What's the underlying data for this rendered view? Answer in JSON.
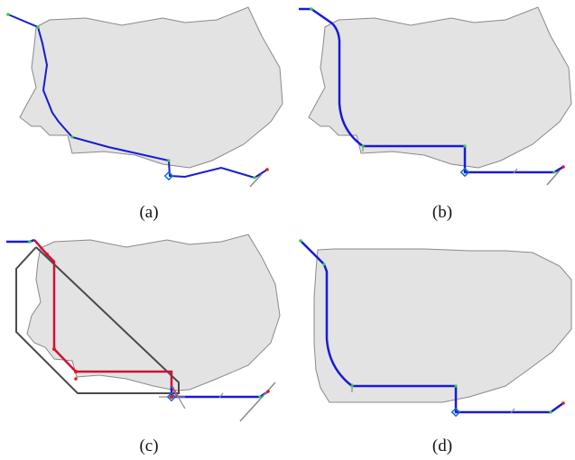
{
  "figure": {
    "panels": [
      {
        "id": "a",
        "label": "(a)"
      },
      {
        "id": "b",
        "label": "(b)"
      },
      {
        "id": "c",
        "label": "(c)"
      },
      {
        "id": "d",
        "label": "(d)"
      }
    ]
  },
  "colors": {
    "region_fill": "#e3e3e3",
    "region_stroke": "#8a8a8a",
    "path": "#1a1ad6",
    "hull": "#4a4a4a",
    "red_path": "#d0103a",
    "marker_green": "#2fcf4f",
    "marker_red": "#e01a1a",
    "stub": "#8a8a8a"
  }
}
